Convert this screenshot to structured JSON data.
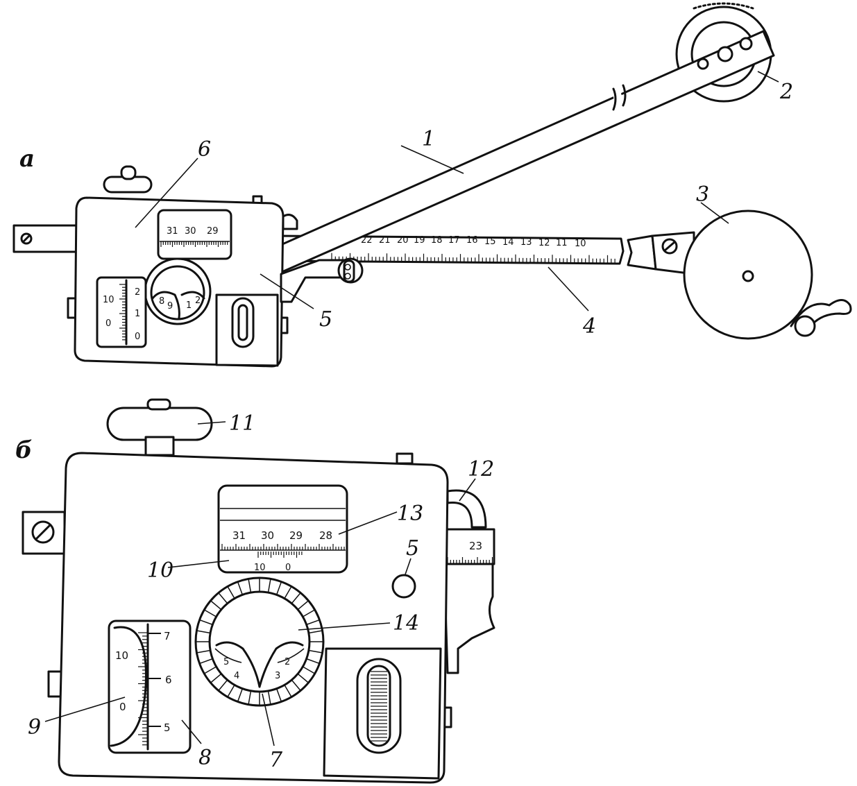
{
  "figure": {
    "panel_a": {
      "letter": "а",
      "part_labels": [
        "1",
        "2",
        "3",
        "4",
        "5",
        "6"
      ],
      "window_scale": [
        "31",
        "30",
        "29"
      ],
      "bar_scale": [
        "22",
        "21",
        "20",
        "19",
        "18",
        "17",
        "16",
        "15",
        "14",
        "13",
        "12",
        "11",
        "10"
      ],
      "vernier_left": [
        "10",
        "0"
      ],
      "vernier_right": [
        "2",
        "1",
        "0"
      ],
      "dial_digits": [
        "8",
        "9",
        "1",
        "2"
      ]
    },
    "panel_b": {
      "letter": "б",
      "part_labels": [
        "11",
        "12",
        "13",
        "5",
        "10",
        "14",
        "9",
        "8",
        "7"
      ],
      "window_scale": [
        "31",
        "30",
        "29",
        "28"
      ],
      "window_vernier": [
        "10",
        "0"
      ],
      "bar_scale": [
        "23"
      ],
      "vernier_left": [
        "10",
        "0"
      ],
      "vernier_right": [
        "7",
        "6",
        "5"
      ],
      "dial_digits": [
        "5",
        "4",
        "3",
        "2"
      ]
    }
  }
}
